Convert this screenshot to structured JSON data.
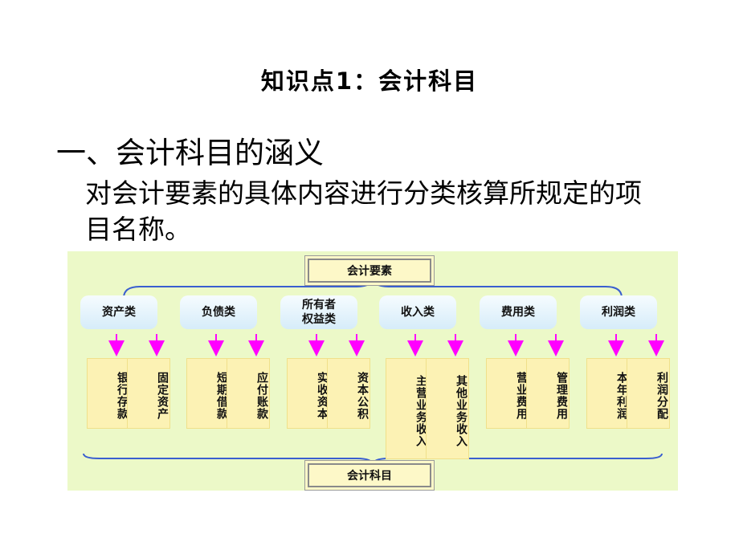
{
  "slide": {
    "title": "知识点1：会计科目",
    "heading": "一、会计科目的涵义",
    "definition": "对会计要素的具体内容进行分类核算所规定的项目名称。"
  },
  "diagram": {
    "top_label": "会计要素",
    "bottom_label": "会计科目",
    "categories": [
      {
        "label": "资产类",
        "items": [
          "银行存款",
          "固定资产"
        ]
      },
      {
        "label": "负债类",
        "items": [
          "短期借款",
          "应付账款"
        ]
      },
      {
        "label": "所有者权益类",
        "items": [
          "实收资本",
          "资本公积"
        ]
      },
      {
        "label": "收入类",
        "items": [
          "主营业务收入",
          "其他业务收入"
        ]
      },
      {
        "label": "费用类",
        "items": [
          "营业费用",
          "管理费用"
        ]
      },
      {
        "label": "利润类",
        "items": [
          "本年利润",
          "利润分配"
        ]
      }
    ],
    "colors": {
      "panel": "#ecf9c8",
      "category_box": "#d6ecf9",
      "item_box": "#fcf2b4",
      "arrow": "#ff00ff",
      "brace": "#3a5fd0"
    }
  }
}
